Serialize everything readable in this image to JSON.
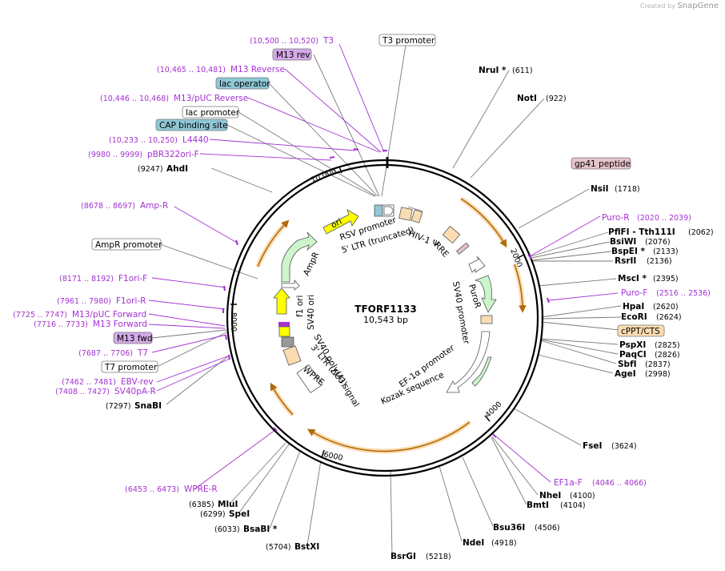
{
  "creator": {
    "prefix": "Created by",
    "brand": "SnapGene"
  },
  "plasmid": {
    "name": "TFORF1133",
    "length_label": "10,543 bp",
    "length": 10543
  },
  "colors": {
    "primer": "#a331d3",
    "ring": "#000000",
    "orf_fill": "#fbdcb1",
    "orf_stroke": "#c97a14",
    "marker_fill": "#ccf5cc",
    "yellow_fill": "#ffff00",
    "blue_box": "#8fc7d6",
    "purple_box": "#d4a8e8",
    "pink_box": "#e6c2c9",
    "peach_box": "#fbdcb1"
  },
  "ticks": [
    "2000",
    "4000",
    "6000",
    "8000",
    "10,000"
  ],
  "enzymes": [
    {
      "name": "NruI *",
      "pos": "(611)"
    },
    {
      "name": "NotI",
      "pos": "(922)"
    },
    {
      "name": "NsiI",
      "pos": "(1718)"
    },
    {
      "name": "PflFI - Tth111I",
      "pos": "(2062)"
    },
    {
      "name": "BsiWI",
      "pos": "(2076)"
    },
    {
      "name": "BspEI *",
      "pos": "(2133)"
    },
    {
      "name": "RsrII",
      "pos": "(2136)"
    },
    {
      "name": "MscI *",
      "pos": "(2395)"
    },
    {
      "name": "HpaI",
      "pos": "(2620)"
    },
    {
      "name": "EcoRI",
      "pos": "(2624)"
    },
    {
      "name": "PspXI",
      "pos": "(2825)"
    },
    {
      "name": "PaqCI",
      "pos": "(2826)"
    },
    {
      "name": "SbfI",
      "pos": "(2837)"
    },
    {
      "name": "AgeI",
      "pos": "(2998)"
    },
    {
      "name": "FseI",
      "pos": "(3624)"
    },
    {
      "name": "NheI",
      "pos": "(4100)"
    },
    {
      "name": "BmtI",
      "pos": "(4104)"
    },
    {
      "name": "Bsu36I",
      "pos": "(4506)"
    },
    {
      "name": "NdeI",
      "pos": "(4918)"
    },
    {
      "name": "BsrGI",
      "pos": "(5218)"
    },
    {
      "name": "BstXI",
      "pos": "(5704)"
    },
    {
      "name": "BsaBI *",
      "pos": "(6033)"
    },
    {
      "name": "SpeI",
      "pos": "(6299)"
    },
    {
      "name": "MluI",
      "pos": "(6385)"
    },
    {
      "name": "SnaBI",
      "pos": "(7297)"
    },
    {
      "name": "AhdI",
      "pos": "(9247)"
    }
  ],
  "primers": [
    {
      "name": "T3",
      "range": "(10,500 .. 10,520)"
    },
    {
      "name": "M13 Reverse",
      "range": "(10,465 .. 10,481)"
    },
    {
      "name": "M13/pUC Reverse",
      "range": "(10,446 .. 10,468)"
    },
    {
      "name": "L4440",
      "range": "(10,233 .. 10,250)"
    },
    {
      "name": "pBR322ori-F",
      "range": "(9980 .. 9999)"
    },
    {
      "name": "Amp-R",
      "range": "(8678 .. 8697)"
    },
    {
      "name": "F1ori-F",
      "range": "(8171 .. 8192)"
    },
    {
      "name": "F1ori-R",
      "range": "(7961 .. 7980)"
    },
    {
      "name": "M13/pUC Forward",
      "range": "(7725 .. 7747)"
    },
    {
      "name": "M13 Forward",
      "range": "(7716 .. 7733)"
    },
    {
      "name": "T7",
      "range": "(7687 .. 7706)"
    },
    {
      "name": "EBV-rev",
      "range": "(7462 .. 7481)"
    },
    {
      "name": "SV40pA-R",
      "range": "(7408 .. 7427)"
    },
    {
      "name": "WPRE-R",
      "range": "(6453 .. 6473)"
    },
    {
      "name": "Puro-R",
      "range": "(2020 .. 2039)"
    },
    {
      "name": "Puro-F",
      "range": "(2516 .. 2536)"
    },
    {
      "name": "EF1a-F",
      "range": "(4046 .. 4066)"
    }
  ],
  "boxed_labels": {
    "t3_promoter": "T3 promoter",
    "m13_rev": "M13 rev",
    "lac_operator": "lac operator",
    "lac_promoter": "lac promoter",
    "cap_site": "CAP binding site",
    "gp41": "gp41 peptide",
    "cppt": "cPPT/CTS",
    "ampr_promoter": "AmpR promoter",
    "m13_fwd": "M13 fwd",
    "t7_promoter": "T7 promoter"
  },
  "features": {
    "ori": "ori",
    "ampr": "AmpR",
    "f1ori": "f1 ori",
    "sv40ori": "SV40 ori",
    "rsv": "RSV promoter",
    "ltr5": "5' LTR (truncated)",
    "hiv": "HIV-1 Ψ",
    "rre": "RRE",
    "puror": "PuroR",
    "sv40prom": "SV40 promoter",
    "ef1a": "EF-1α promoter",
    "kozak": "Kozak sequence",
    "sv40pa": "SV40 poly(A) signal",
    "ltr3": "3' LTR (ΔU3)",
    "wpre": "WPRE"
  }
}
